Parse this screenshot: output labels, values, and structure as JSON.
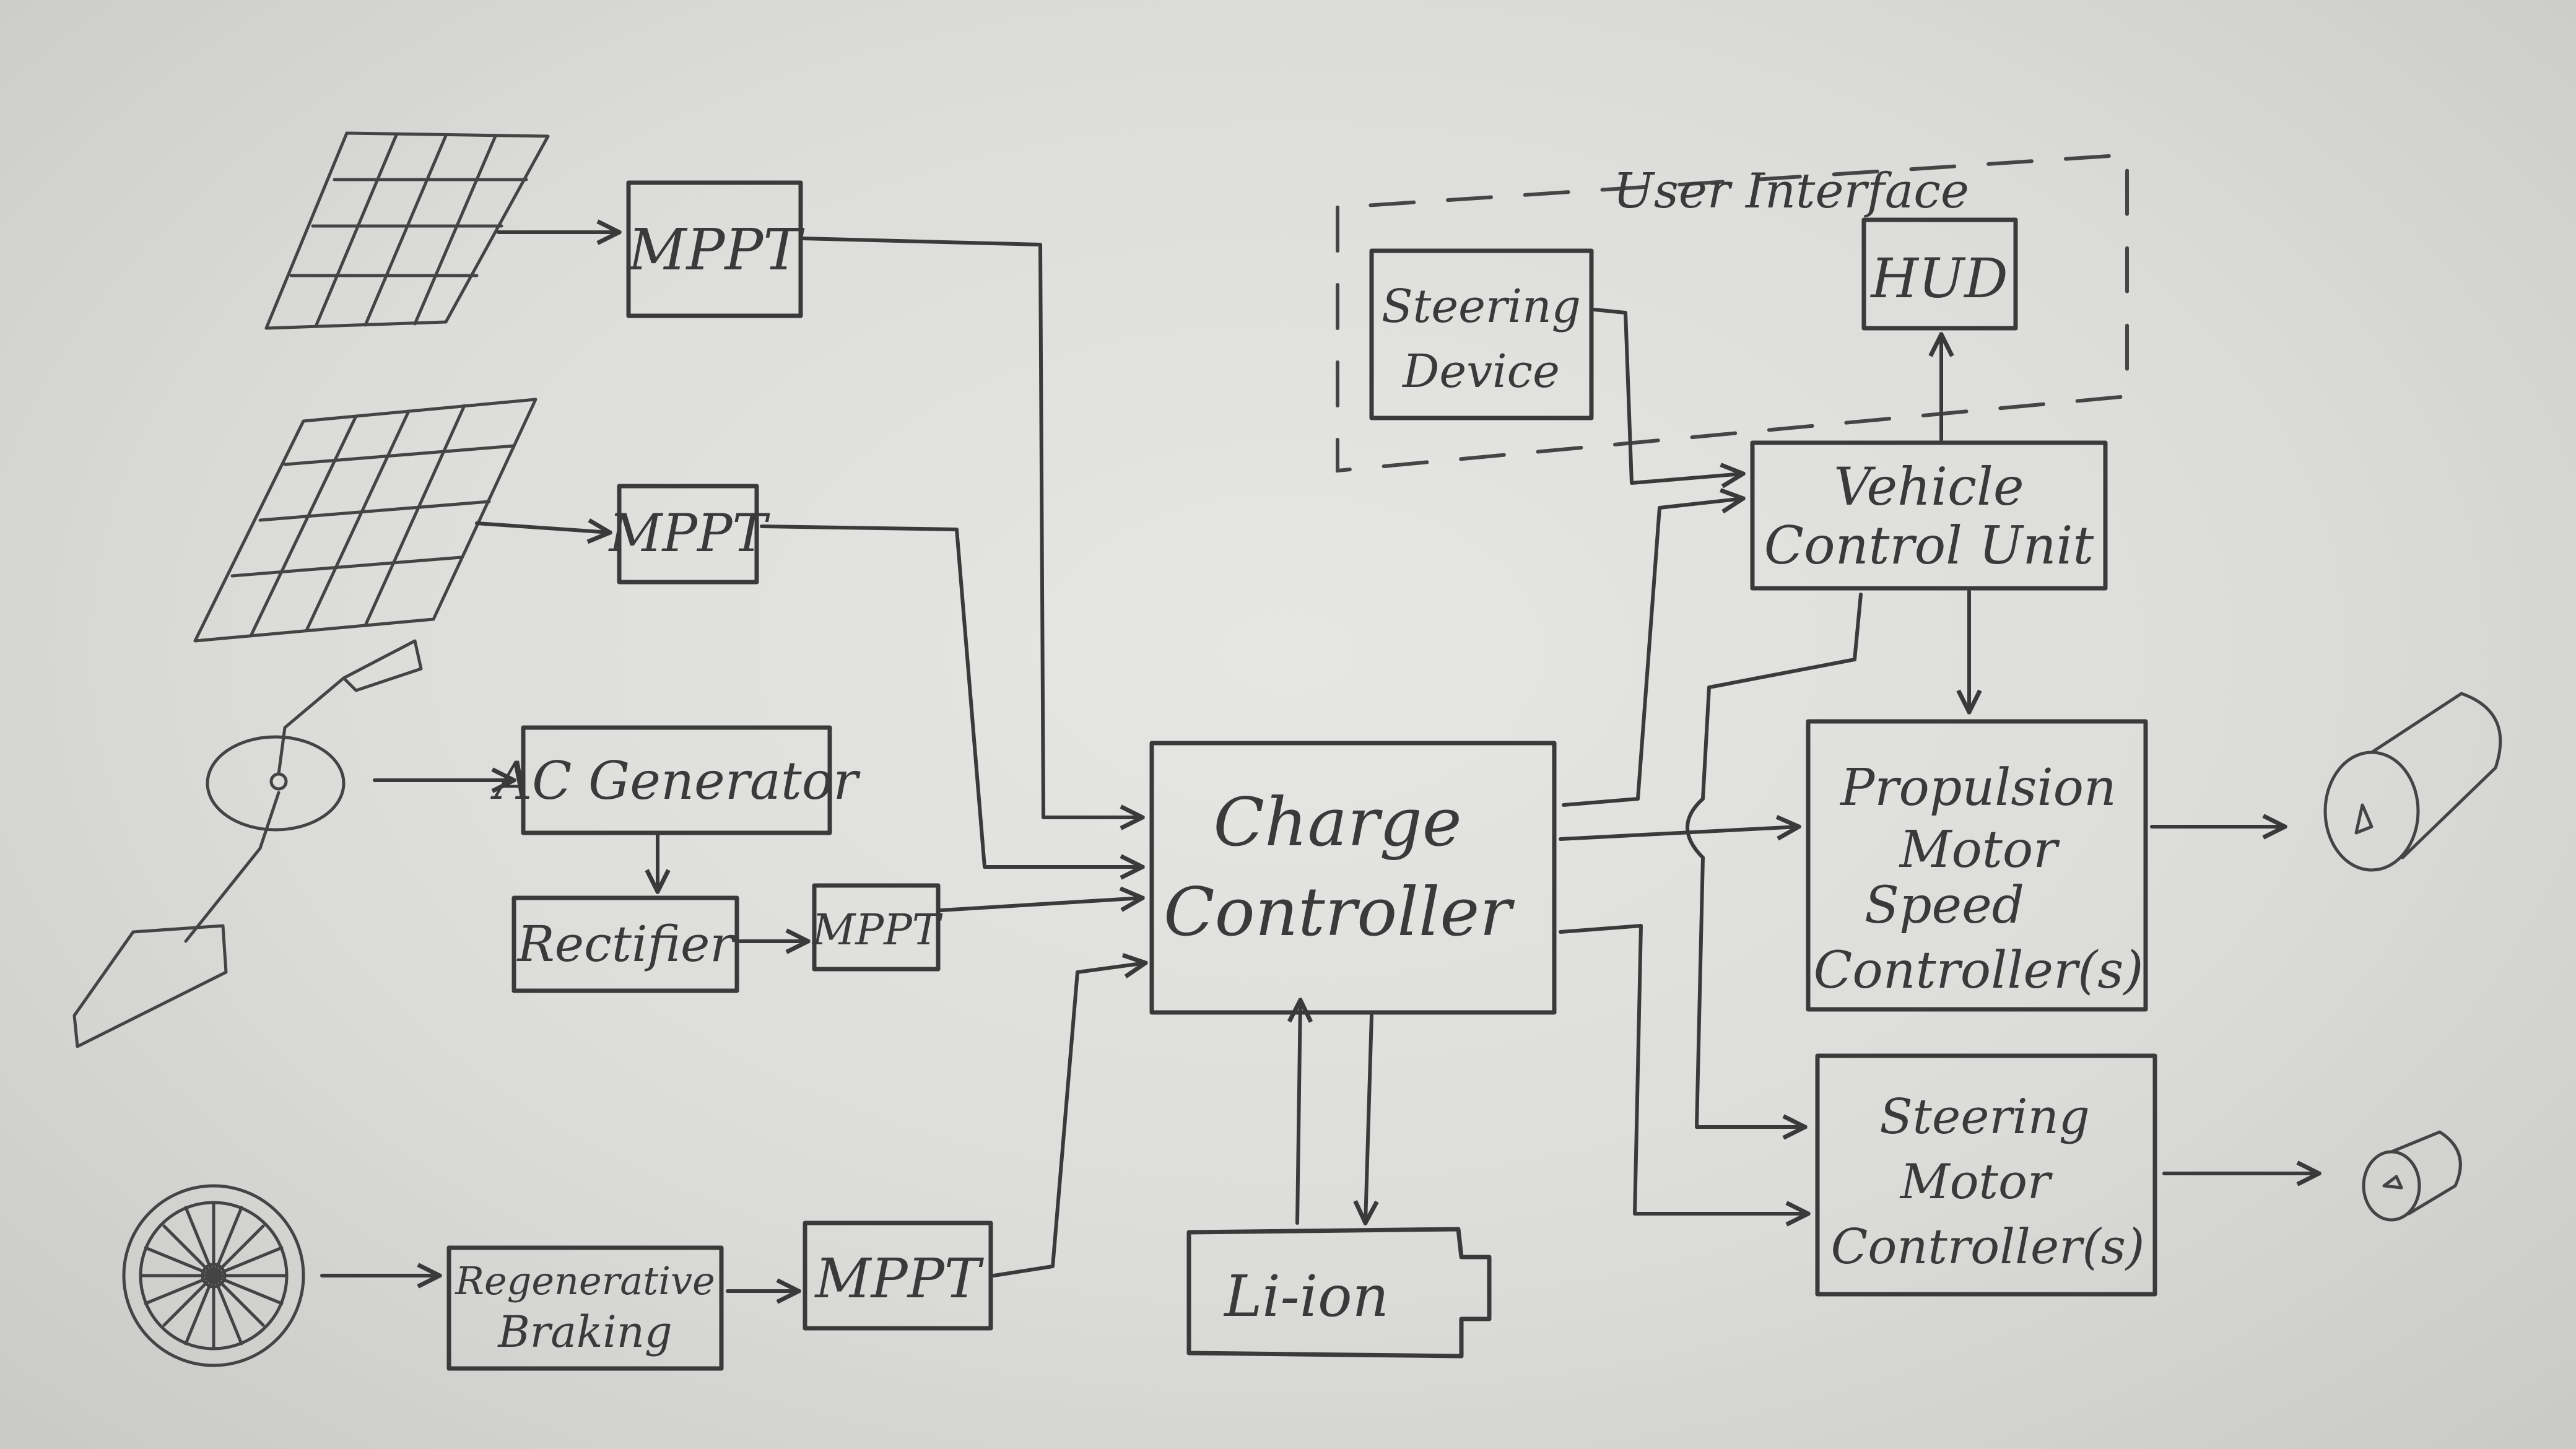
{
  "user_interface": {
    "label": "User Interface"
  },
  "nodes": {
    "mppt_1": "MPPT",
    "mppt_2": "MPPT",
    "mppt_3": "MPPT",
    "mppt_4": "MPPT",
    "ac_generator": "AC Generator",
    "rectifier": "Rectifier",
    "regen_line1": "Regenerative",
    "regen_line2": "Braking",
    "charge_line1": "Charge",
    "charge_line2": "Controller",
    "battery": "Li-ion",
    "steering_device_line1": "Steering",
    "steering_device_line2": "Device",
    "hud": "HUD",
    "vcu_line1": "Vehicle",
    "vcu_line2": "Control Unit",
    "prop_line1": "Propulsion",
    "prop_line2": "Motor",
    "prop_line3": "Speed",
    "prop_line4": "Controller(s)",
    "steer_line1": "Steering",
    "steer_line2": "Motor",
    "steer_line3": "Controller(s)"
  },
  "icons": [
    "solar-panel-icon",
    "wind-turbine-icon",
    "wheel-icon",
    "propulsion-motor-icon",
    "steering-motor-icon"
  ]
}
